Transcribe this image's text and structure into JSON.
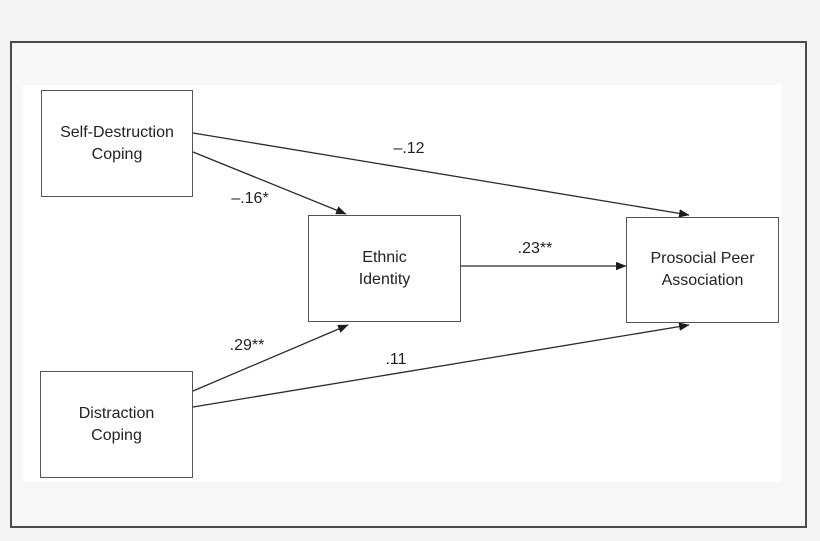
{
  "figure": {
    "type": "path-diagram",
    "nodes": {
      "self_destruction": {
        "line1": "Self-Destruction",
        "line2": "Coping"
      },
      "distraction": {
        "line1": "Distraction",
        "line2": "Coping"
      },
      "ethnic": {
        "line1": "Ethnic",
        "line2": "Identity"
      },
      "prosocial": {
        "line1": "Prosocial Peer",
        "line2": "Association"
      }
    },
    "coefficients": {
      "self_destruction_to_prosocial": "–.12",
      "self_destruction_to_ethnic": "–.16*",
      "distraction_to_ethnic": ".29**",
      "distraction_to_prosocial": ".11",
      "ethnic_to_prosocial": ".23**"
    },
    "paths": [
      {
        "from": "Self-Destruction Coping",
        "to": "Prosocial Peer Association",
        "coefficient": "–.12"
      },
      {
        "from": "Self-Destruction Coping",
        "to": "Ethnic Identity",
        "coefficient": "–.16*"
      },
      {
        "from": "Distraction Coping",
        "to": "Ethnic Identity",
        "coefficient": ".29**"
      },
      {
        "from": "Distraction Coping",
        "to": "Prosocial Peer Association",
        "coefficient": ".11"
      },
      {
        "from": "Ethnic Identity",
        "to": "Prosocial Peer Association",
        "coefficient": ".23**"
      }
    ],
    "colors": {
      "page_background": "#f2f3f3",
      "frame_background": "#f7f7f7",
      "panel_background": "#ffffff",
      "frame_border": "#4a4a4a",
      "node_border": "#545454",
      "arrow": "#2b2b2b",
      "text": "#222222"
    }
  }
}
